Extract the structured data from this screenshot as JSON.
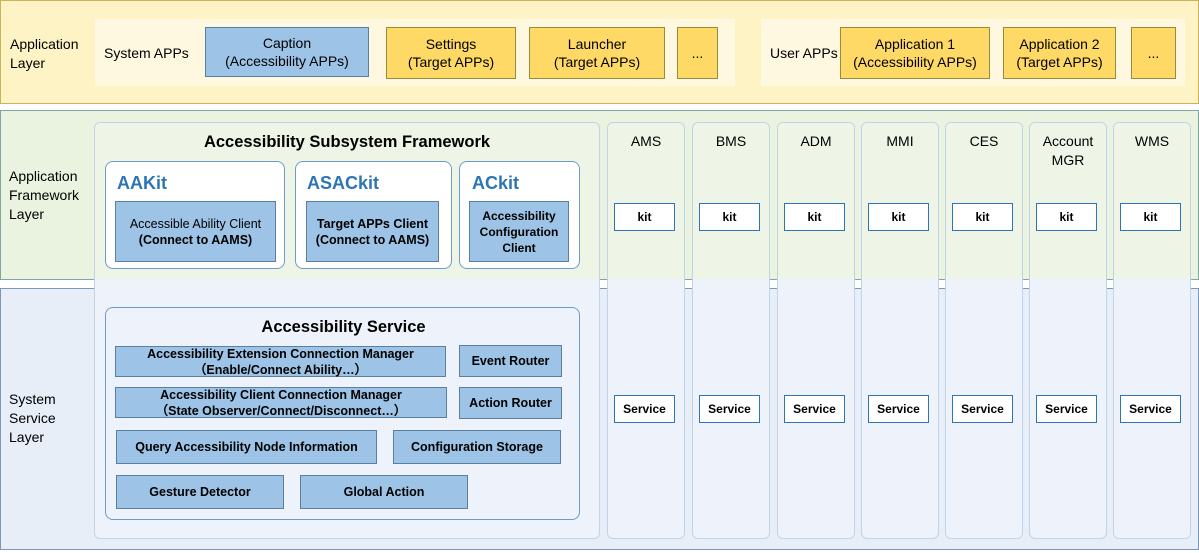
{
  "application_layer": {
    "label_line1": "Application",
    "label_line2": "Layer",
    "system_apps_label": "System APPs",
    "user_apps_label": "User APPs",
    "caption": {
      "line1": "Caption",
      "line2": "(Accessibility APPs)"
    },
    "settings": {
      "line1": "Settings",
      "line2": "(Target APPs)"
    },
    "launcher": {
      "line1": "Launcher",
      "line2": "(Target APPs)"
    },
    "ellipsis1": "...",
    "application1": {
      "line1": "Application 1",
      "line2": "(Accessibility APPs)"
    },
    "application2": {
      "line1": "Application 2",
      "line2": "(Target APPs)"
    },
    "ellipsis2": "..."
  },
  "framework_layer": {
    "label_line1": "Application",
    "label_line2": "Framework",
    "label_line3": "Layer",
    "title": "Accessibility Subsystem Framework",
    "aakit": {
      "title": "AAKit",
      "box_line1": "Accessible Ability Client",
      "box_line2": "(Connect to AAMS)"
    },
    "asackit": {
      "title": "ASACkit",
      "box_line1": "Target APPs Client",
      "box_line2": "(Connect to AAMS)"
    },
    "ackit": {
      "title": "ACkit",
      "box_line1": "Accessibility",
      "box_line2": "Configuration",
      "box_line3": "Client"
    }
  },
  "service_layer": {
    "label_line1": "System",
    "label_line2": "Service",
    "label_line3": "Layer",
    "title": "Accessibility Service",
    "ext_conn_mgr": {
      "line1": "Accessibility Extension Connection Manager",
      "line2": "（Enable/Connect Ability…）"
    },
    "event_router": "Event Router",
    "client_conn_mgr": {
      "line1": "Accessibility Client Connection Manager",
      "line2": "（State Observer/Connect/Disconnect…）"
    },
    "action_router": "Action Router",
    "query_node": "Query Accessibility Node Information",
    "config_storage": "Configuration Storage",
    "gesture_detector": "Gesture Detector",
    "global_action": "Global Action"
  },
  "columns": [
    {
      "name_line1": "AMS",
      "name_line2": "",
      "kit": "kit",
      "service": "Service"
    },
    {
      "name_line1": "BMS",
      "name_line2": "",
      "kit": "kit",
      "service": "Service"
    },
    {
      "name_line1": "ADM",
      "name_line2": "",
      "kit": "kit",
      "service": "Service"
    },
    {
      "name_line1": "MMI",
      "name_line2": "",
      "kit": "kit",
      "service": "Service"
    },
    {
      "name_line1": "CES",
      "name_line2": "",
      "kit": "kit",
      "service": "Service"
    },
    {
      "name_line1": "Account",
      "name_line2": "MGR",
      "kit": "kit",
      "service": "Service"
    },
    {
      "name_line1": "WMS",
      "name_line2": "",
      "kit": "kit",
      "service": "Service"
    }
  ],
  "colors": {
    "app_layer_bg": "#fdf3c4",
    "target_app_yellow": "#ffd966",
    "accessibility_blue": "#9dc3e6",
    "framework_green": "#eaf3e0",
    "service_blue": "#e7eef8",
    "kit_title_blue": "#2e75b6"
  }
}
